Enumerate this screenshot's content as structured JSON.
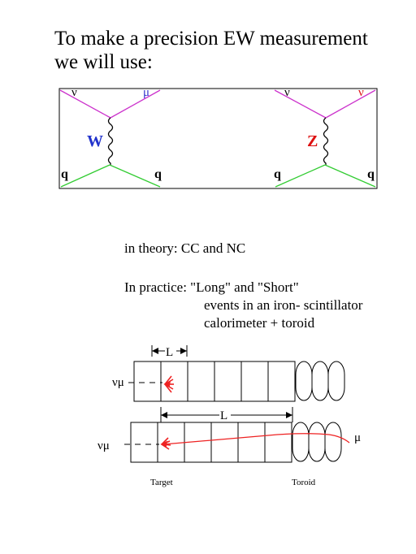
{
  "title": {
    "line1": "To make a precision EW measurement",
    "line2": "we will use:"
  },
  "feynman": {
    "left": {
      "top_left": "ν",
      "top_right": "μ",
      "boson": "W",
      "bottom_left": "q",
      "bottom_right": "q"
    },
    "right": {
      "top_left": "ν",
      "top_right": "ν",
      "boson": "Z",
      "bottom_left": "q",
      "bottom_right": "q"
    },
    "colors": {
      "lepton_line": "#cc33cc",
      "quark_line": "#33cc33",
      "W": "#2233cc",
      "Z": "#dd1111",
      "mu_label": "#3333cc",
      "nu_out_label": "#dd1111"
    }
  },
  "text": {
    "theory": "in theory: CC and NC",
    "practice_1": "In practice: \"Long\" and \"Short\"",
    "practice_2": "events in an iron- scintillator",
    "practice_3": "calorimeter + toroid"
  },
  "detector": {
    "short_event": {
      "length_label": "L",
      "beam_label": "νμ"
    },
    "long_event": {
      "length_label": "L",
      "beam_label": "νμ",
      "muon_label": "μ"
    },
    "target_label": "Target",
    "toroid_label": "Toroid",
    "shower_color": "#ee2222"
  }
}
